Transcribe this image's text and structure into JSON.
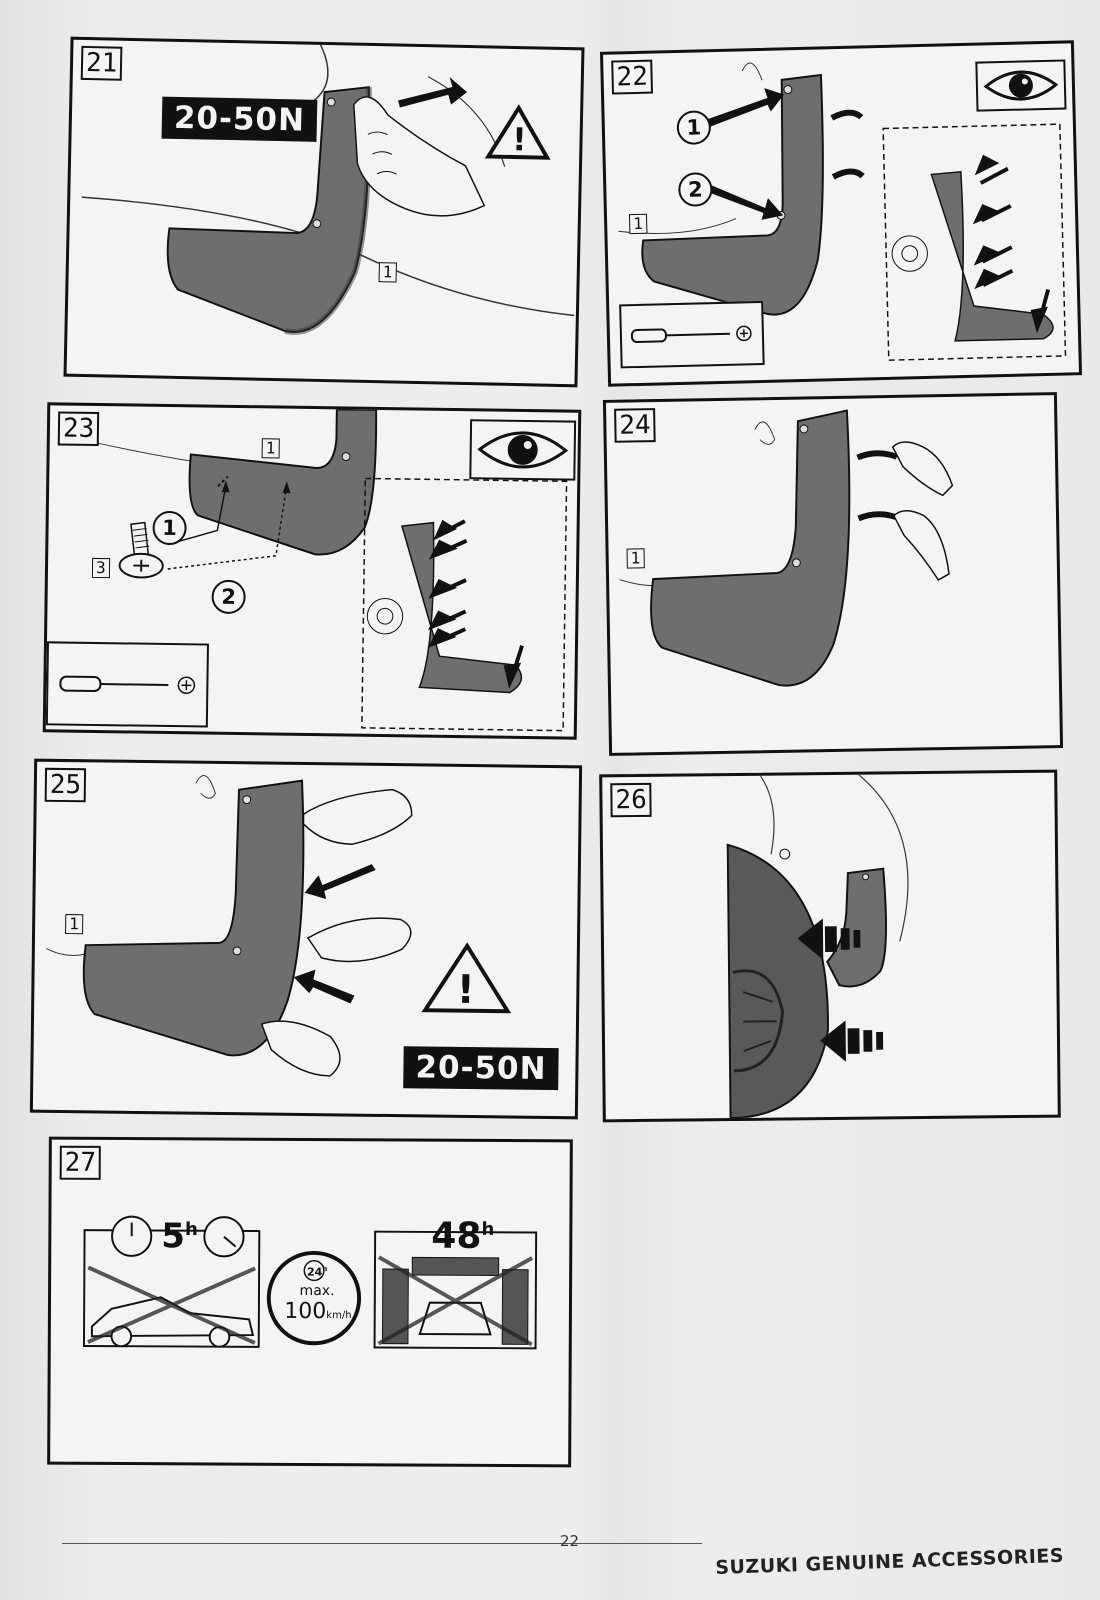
{
  "steps": [
    {
      "number": "21",
      "force_label": "20-50N",
      "part_label": "1"
    },
    {
      "number": "22",
      "callouts": [
        "1",
        "2"
      ],
      "part_label": "1"
    },
    {
      "number": "23",
      "callouts": [
        "1",
        "2"
      ],
      "part_label": "1",
      "screw_label": "3"
    },
    {
      "number": "24",
      "part_label": "1"
    },
    {
      "number": "25",
      "part_label": "1",
      "force_label": "20-50N"
    },
    {
      "number": "26"
    },
    {
      "number": "27",
      "wait_time": "5",
      "wait_unit": "h",
      "speed_limit_hours": "24",
      "speed_limit_hours_unit": "h",
      "speed_limit_prefix": "max.",
      "speed_limit_value": "100",
      "speed_limit_unit": "km/h",
      "carwash_time": "48",
      "carwash_unit": "h"
    }
  ],
  "footer": {
    "page_number": "22",
    "brand": "SUZUKI GENUINE ACCESSORIES"
  },
  "icons": [
    "warning-triangle-icon",
    "eye-icon",
    "screwdriver-icon",
    "screw-icon",
    "arrow-icon",
    "clock-icon",
    "car-icon",
    "car-wash-icon",
    "speed-limit-icon"
  ],
  "colors": {
    "ink": "#111111",
    "paper": "#f4f4f4",
    "mudflap": "#6e6e6e"
  }
}
